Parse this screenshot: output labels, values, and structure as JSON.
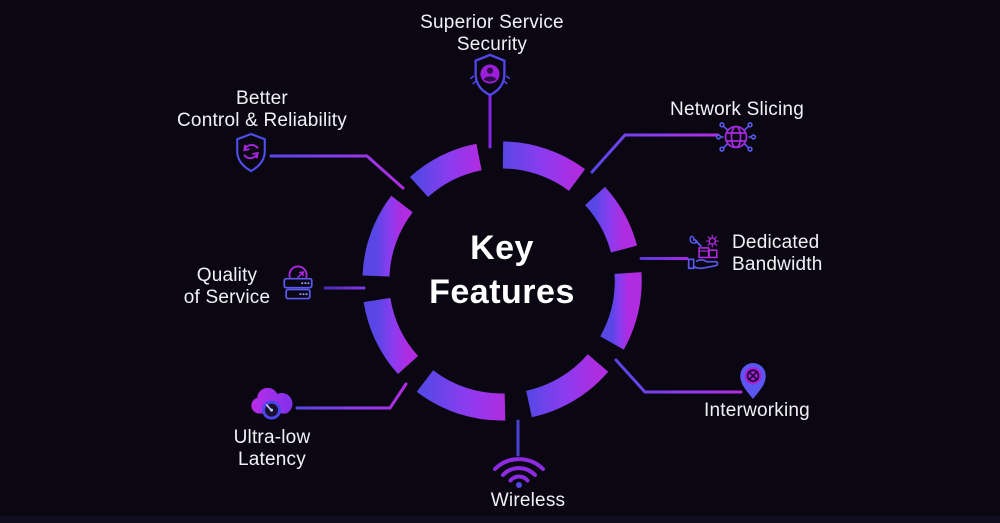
{
  "diagram": {
    "title": "Key\nFeatures",
    "features": [
      {
        "id": "superior-service-security",
        "label": "Superior Service\nSecurity",
        "icon": "shield-user-icon"
      },
      {
        "id": "network-slicing",
        "label": "Network Slicing",
        "icon": "globe-network-icon"
      },
      {
        "id": "dedicated-bandwidth",
        "label": "Dedicated\nBandwidth",
        "icon": "hand-box-icon"
      },
      {
        "id": "interworking",
        "label": "Interworking",
        "icon": "pin-network-icon"
      },
      {
        "id": "wireless",
        "label": "Wireless",
        "icon": "wifi-icon"
      },
      {
        "id": "ultra-low-latency",
        "label": "Ultra-low\nLatency",
        "icon": "cloud-gauge-icon"
      },
      {
        "id": "quality-of-service",
        "label": "Quality\nof Service",
        "icon": "server-gauge-icon"
      },
      {
        "id": "better-control-reliability",
        "label": "Better\nControl & Reliability",
        "icon": "shield-sync-icon"
      }
    ],
    "colors": {
      "background": "#0a0713",
      "ring_blue": "#5847e6",
      "ring_violet": "#8a3cf0",
      "ring_magenta": "#b02ce0",
      "text": "#f2f1f6",
      "connector_top": "#8526e0",
      "connector_bottom": "#4a42d4"
    }
  }
}
